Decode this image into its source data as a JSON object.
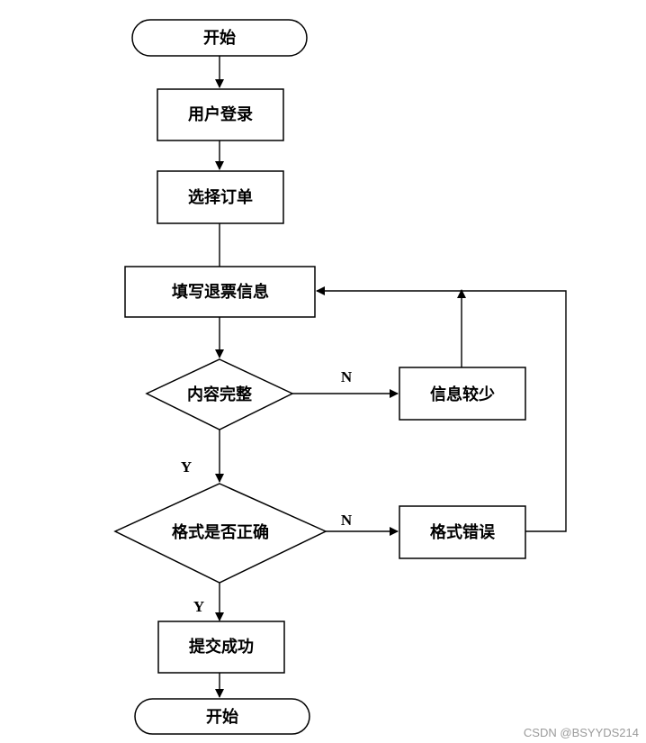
{
  "nodes": {
    "start": "开始",
    "login": "用户登录",
    "select_order": "选择订单",
    "fill_refund_info": "填写退票信息",
    "content_complete": "内容完整",
    "info_insufficient": "信息较少",
    "format_correct": "格式是否正确",
    "format_error": "格式错误",
    "submit_success": "提交成功",
    "end": "开始"
  },
  "branch_labels": {
    "complete_no": "N",
    "complete_yes": "Y",
    "format_no": "N",
    "format_yes": "Y"
  },
  "watermark": "CSDN @BSYYDS214"
}
